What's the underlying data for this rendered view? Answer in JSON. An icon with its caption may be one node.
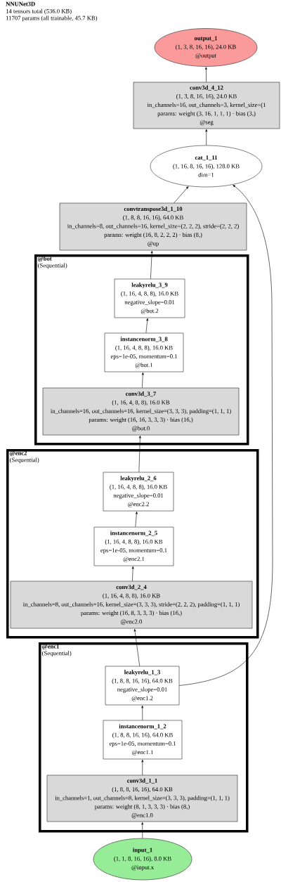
{
  "diagram": {
    "title": "NNUNet3D",
    "labels": [
      "14 tensors total (536.0 KB)",
      "11707 params (all trainable, 45.7 KB)"
    ],
    "nodes": [
      {
        "text": [
          "output_1",
          "(1, 3, 8, 16, 16), 24.0 KB",
          "@output"
        ]
      },
      {
        "text": [
          "conv3d_4_12",
          "(1, 3, 8, 16, 16), 24.0 KB",
          "in_channels=16, out_channels=3, kernel_size=(1",
          "params: weight (3, 16, 1, 1, 1) · bias (3,)",
          "@seg"
        ]
      },
      {
        "text": [
          "cat_1_11",
          "(1, 16, 8, 16, 16), 128.0 KB",
          "dim=1"
        ]
      },
      {
        "text": [
          "convtranspose3d_1_10",
          "(1, 8, 8, 16, 16), 64.0 KB",
          "in_channels=8, out_channels=16, kernel_size=(2, 2, 2), stride=(2, 2, 2)",
          "params: weight (16, 8, 2, 2, 2) · bias (8,)",
          "@up"
        ]
      },
      {
        "text": [
          "@bot",
          "(Sequential)"
        ]
      },
      {
        "text": [
          "leakyrelu_3_9",
          "(1, 16, 4, 8, 8), 16.0 KB",
          "negative_slope=0.01",
          "@bot.2"
        ],
        "in": 4
      },
      {
        "text": [
          "instancenorm_3_8",
          "(1, 16, 4, 8, 8), 16.0 KB",
          "eps=1e-05, momentum=0.1",
          "@bot.1"
        ],
        "in": 4
      },
      {
        "text": [
          "conv3d_3_7",
          "(1, 16, 4, 8, 8), 16.0 KB",
          "in_channels=16, out_channels=16, kernel_size=(3, 3, 3), padding=(1, 1, 1)",
          "params: weight (16, 16, 3, 3, 3) · bias (16,)",
          "@bot.0"
        ],
        "in": 4
      },
      {
        "text": [
          "@enc2",
          "(Sequential)"
        ]
      },
      {
        "text": [
          "leakyrelu_2_6",
          "(1, 16, 4, 8, 8), 16.0 KB",
          "negative_slope=0.01",
          "@enc2.2"
        ],
        "in": 8
      },
      {
        "text": [
          "instancenorm_2_5",
          "(1, 16, 4, 8, 8), 16.0 KB",
          "eps=1e-05, momentum=0.1",
          "@enc2.1"
        ],
        "in": 8
      },
      {
        "text": [
          "conv3d_2_4",
          "(1, 16, 4, 8, 8), 16.0 KB",
          "in_channels=8, out_channels=16, kernel_size=(3, 3, 3), stride=(2, 2, 2), padding=(1, 1, 1)",
          "params: weight (16, 8, 3, 3, 3) · bias (16,)",
          "@enc2.0"
        ],
        "in": 8
      },
      {
        "text": [
          "@enc1",
          "(Sequential)"
        ]
      },
      {
        "text": [
          "leakyrelu_1_3",
          "(1, 8, 8, 16, 16), 64.0 KB",
          "negative_slope=0.01",
          "@enc1.2"
        ],
        "in": 12
      },
      {
        "text": [
          "instancenorm_1_2",
          "(1, 8, 8, 16, 16), 64.0 KB",
          "eps=1e-05, momentum=0.1",
          "@enc1.1"
        ],
        "in": 12
      },
      {
        "text": [
          "conv3d_1_1",
          "(1, 8, 8, 16, 16), 64.0 KB",
          "in_channels=1, out_channels=8, kernel_size=(3, 3, 3), padding=(1, 1, 1)",
          "params: weight (8, 1, 3, 3, 3) · bias (8,)",
          "@enc1.0"
        ],
        "in": 12
      },
      {
        "text": [
          "input_1",
          "(1, 1, 8, 16, 16), 8.0 KB",
          "@input.x"
        ]
      }
    ],
    "edges": [
      {
        "from": 16,
        "to": 15,
        "arrow": "to"
      },
      {
        "from": 15,
        "to": 14,
        "arrow": "to"
      },
      {
        "from": 14,
        "to": 13,
        "arrow": "to"
      },
      {
        "from": 13,
        "to": 11,
        "arrow": "to"
      },
      {
        "from": 11,
        "to": 10,
        "arrow": "to"
      },
      {
        "from": 10,
        "to": 9,
        "arrow": "to"
      },
      {
        "from": 9,
        "to": 7,
        "arrow": "to"
      },
      {
        "from": 7,
        "to": 6,
        "arrow": "to"
      },
      {
        "from": 6,
        "to": 5,
        "arrow": "to"
      },
      {
        "from": 5,
        "to": 3,
        "arrow": "to"
      },
      {
        "from": 3,
        "to": 2,
        "arrow": "to"
      },
      {
        "from": 13,
        "to": 2,
        "arrow": "to"
      },
      {
        "from": 2,
        "to": 1,
        "arrow": "to"
      },
      {
        "from": 1,
        "to": 0,
        "arrow": "to"
      }
    ]
  }
}
